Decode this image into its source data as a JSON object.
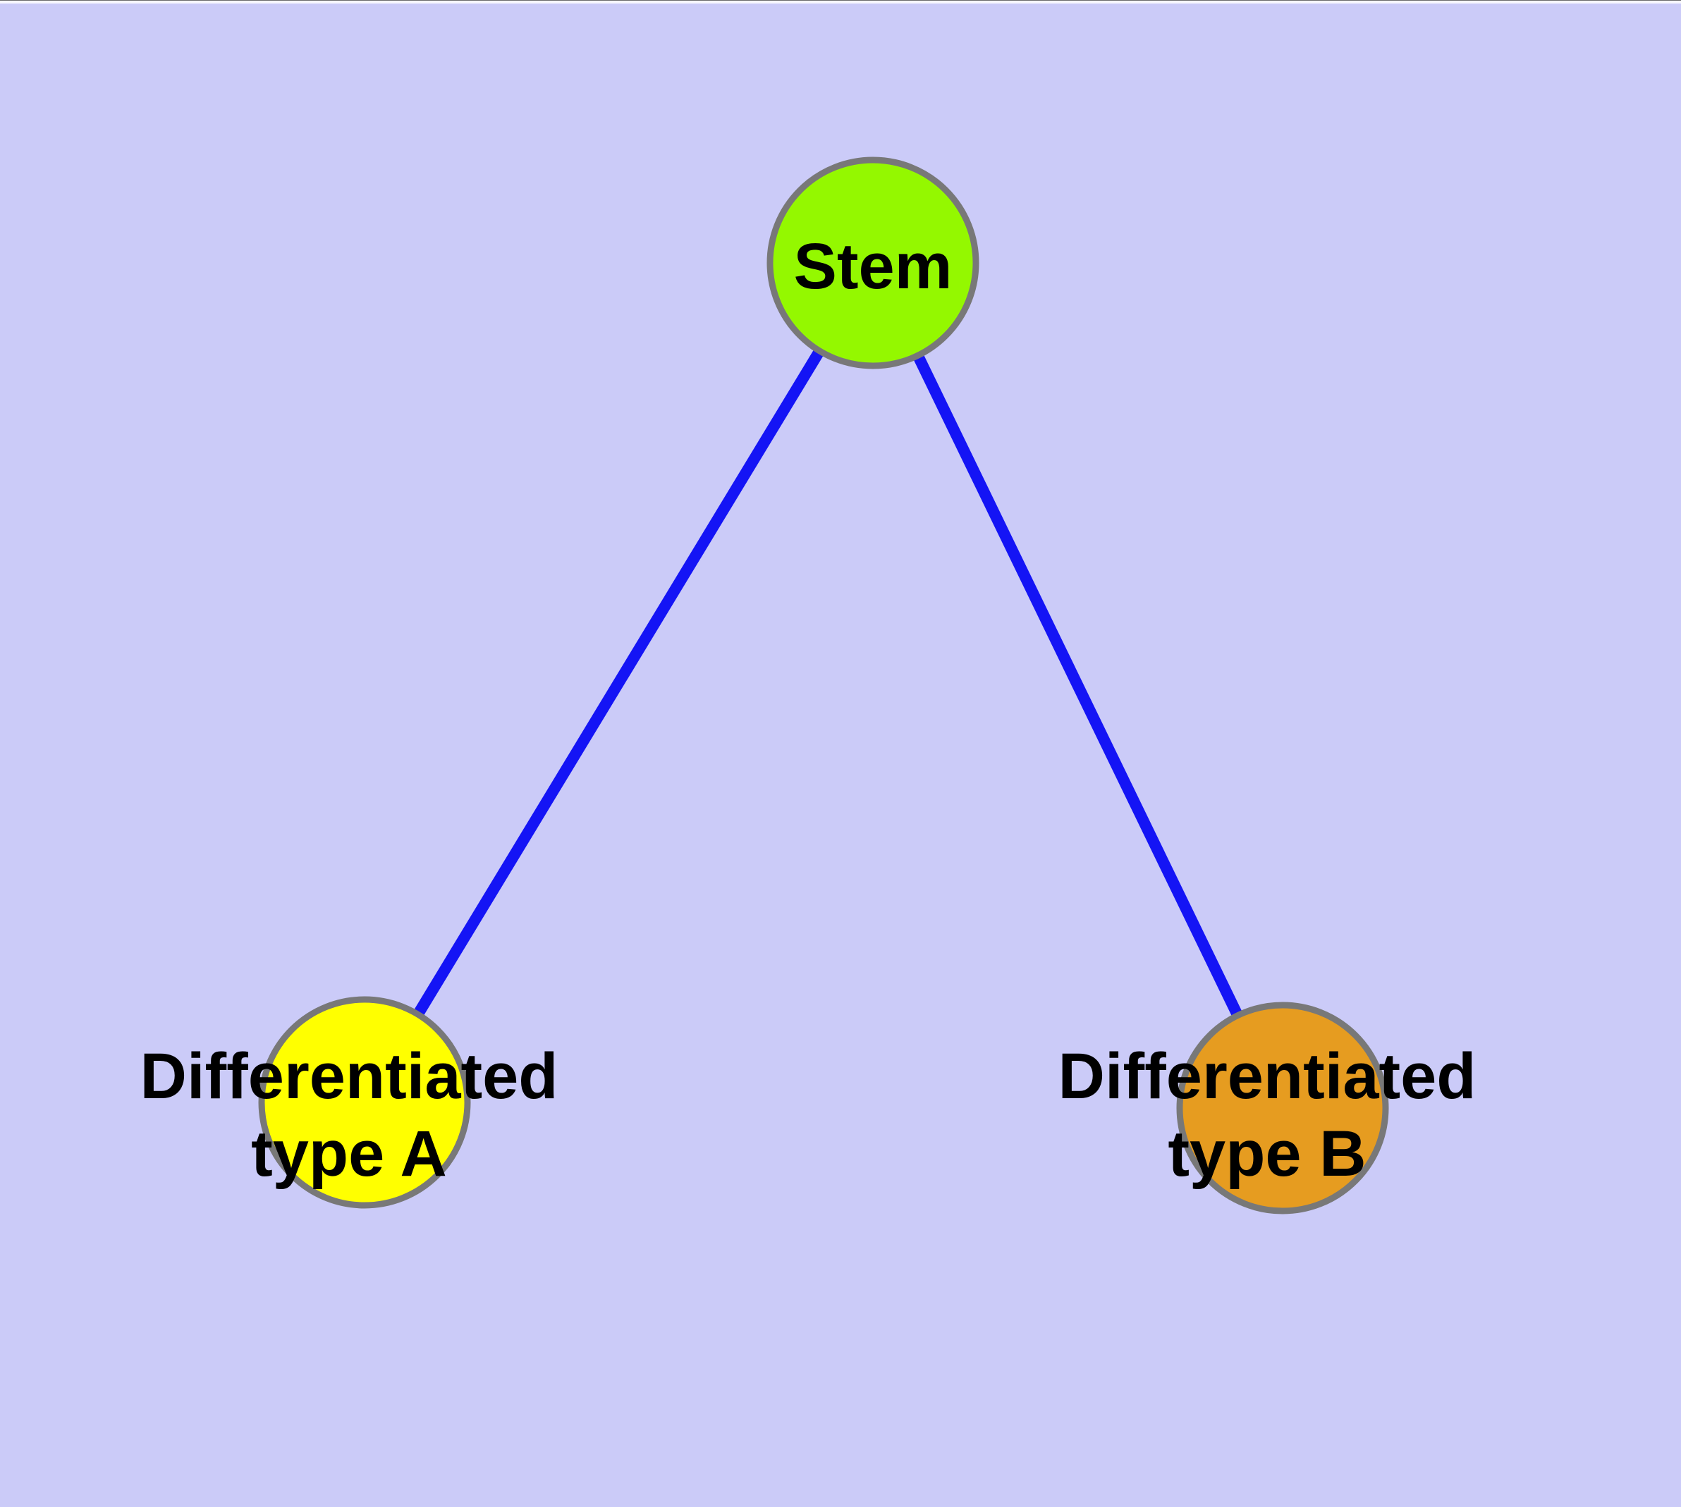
{
  "canvas": {
    "background_color": "#CBCBF8",
    "top_edge_line_color": "#6B6B6B",
    "top_strip_color": "#F6F6FE"
  },
  "graph": {
    "nodes": [
      {
        "id": "stem",
        "label": "Stem",
        "fill": "#94F800",
        "stroke": "#787878"
      },
      {
        "id": "type-a",
        "label": "Differentiated\ntype A",
        "fill": "#FFFF00",
        "stroke": "#787878"
      },
      {
        "id": "type-b",
        "label": "Differentiated\ntype B",
        "fill": "#E69C20",
        "stroke": "#787878"
      }
    ],
    "edges": [
      {
        "from": "stem",
        "to": "type-a",
        "color": "#1414F5"
      },
      {
        "from": "stem",
        "to": "type-b",
        "color": "#1414F5"
      }
    ],
    "label_color": "#000000"
  }
}
